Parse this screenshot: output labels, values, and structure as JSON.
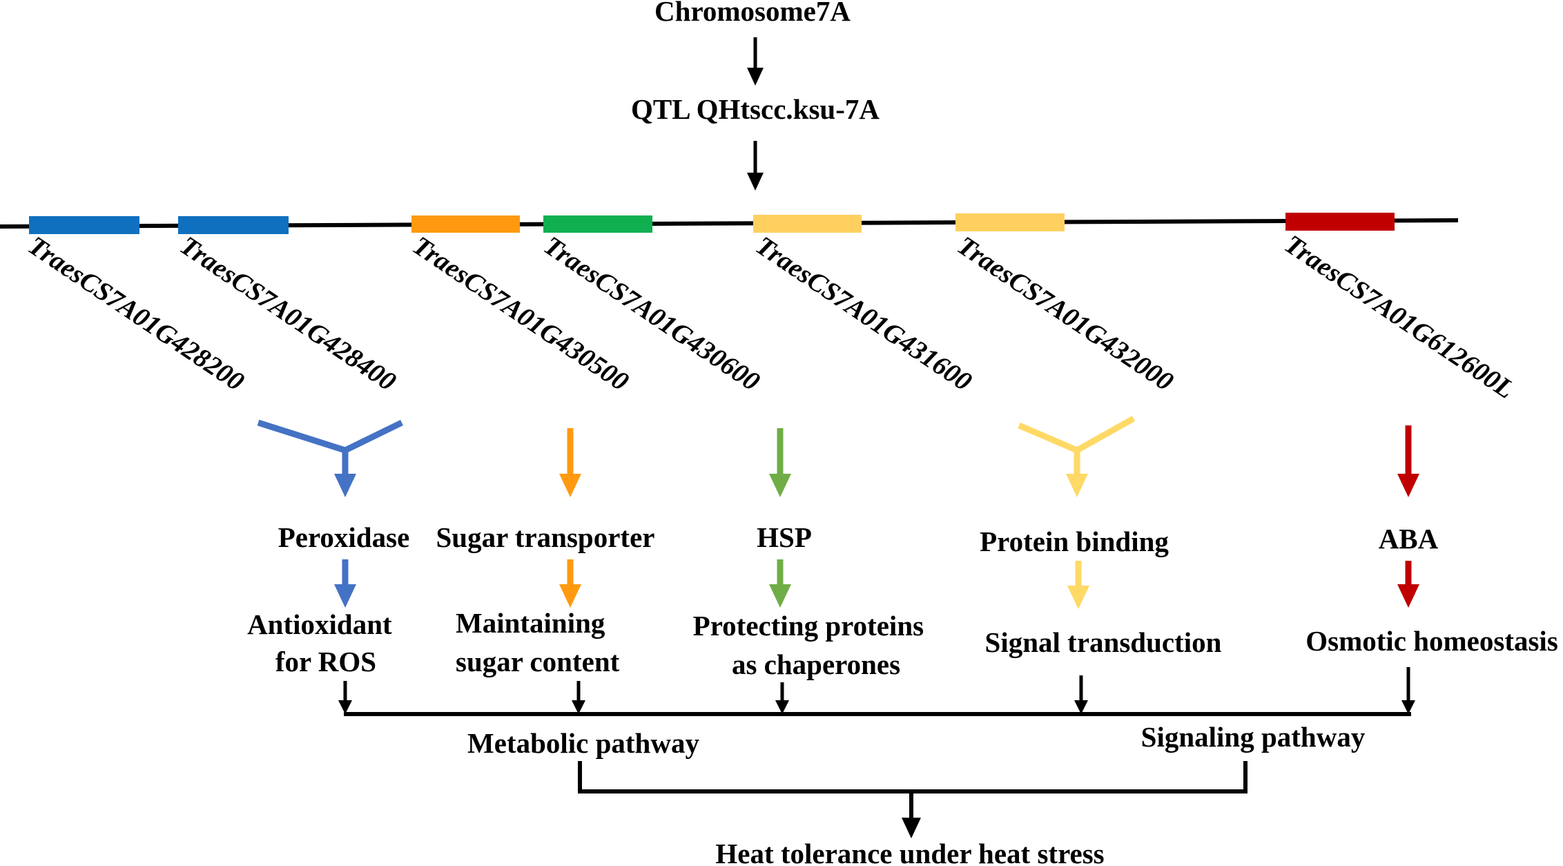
{
  "header": {
    "chromosome": "Chromosome7A",
    "qtl": "QTL QHtscc.ksu-7A"
  },
  "colors": {
    "blue": "#1070c0",
    "orange": "#ff9a10",
    "green": "#10b050",
    "yellow": "#ffd060",
    "red": "#c00000",
    "arrow_blue": "#4472c4",
    "arrow_green": "#70ad47"
  },
  "genes": [
    {
      "id": "TraesCS7A01G428200",
      "color": "blue"
    },
    {
      "id": "TraesCS7A01G428400",
      "color": "blue"
    },
    {
      "id": "TraesCS7A01G430500",
      "color": "orange"
    },
    {
      "id": "TraesCS7A01G430600",
      "color": "green"
    },
    {
      "id": "TraesCS7A01G431600",
      "color": "yellow"
    },
    {
      "id": "TraesCS7A01G432000",
      "color": "yellow"
    },
    {
      "id": "TraesCS7A01G612600L",
      "color": "red"
    }
  ],
  "functions": [
    {
      "name": "Peroxidase",
      "role_lines": [
        "Antioxidant",
        "for ROS"
      ]
    },
    {
      "name": "Sugar transporter",
      "role_lines": [
        "Maintaining",
        "sugar content"
      ]
    },
    {
      "name": "HSP",
      "role_lines": [
        "Protecting proteins",
        "as chaperones"
      ]
    },
    {
      "name": "Protein binding",
      "role_lines": [
        "Signal transduction"
      ]
    },
    {
      "name": "ABA",
      "role_lines": [
        "Osmotic homeostasis"
      ]
    }
  ],
  "pathways": {
    "metabolic": "Metabolic pathway",
    "signaling": "Signaling pathway",
    "outcome": "Heat tolerance under heat stress"
  }
}
